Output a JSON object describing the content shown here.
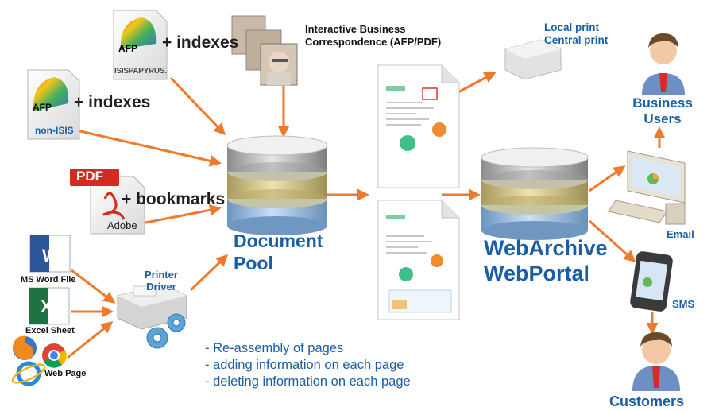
{
  "colors": {
    "arrow": "#ef7a2c",
    "title_blue": "#1a5fa6",
    "db_gold": "#d9c98b",
    "db_blue": "#9fc3e6",
    "db_gray": "#c9c9c9",
    "word_blue": "#2b579a",
    "excel_green": "#1f7244",
    "pdf_red": "#d32b1f"
  },
  "sources": {
    "afp_isis": {
      "label": "+ indexes",
      "logo_text": "AFP",
      "brand": "ISISPAPYRUS."
    },
    "afp_non_isis": {
      "label": "+ indexes",
      "logo_text": "AFP",
      "brand": "non-ISIS"
    },
    "pdf": {
      "label": "+ bookmarks",
      "badge": "PDF",
      "brand": "Adobe"
    },
    "interactive": {
      "line1": "Interactive Business",
      "line2": "Correspondence (AFP/PDF)"
    },
    "word": {
      "label": "MS Word File",
      "glyph": "W"
    },
    "excel": {
      "label": "Excel Sheet",
      "glyph": "X"
    },
    "web": {
      "label": "Web Page"
    }
  },
  "printer_driver": {
    "line1": "Printer",
    "line2": "Driver"
  },
  "document_pool": {
    "line1": "Document",
    "line2": "Pool"
  },
  "webarchive": {
    "line1": "WebArchive",
    "line2": "WebPortal"
  },
  "print": {
    "line1": "Local print",
    "line2": "Central print"
  },
  "business_users": {
    "line1": "Business",
    "line2": "Users"
  },
  "channels": {
    "email": "Email",
    "sms": "SMS"
  },
  "customers": {
    "label": "Customers"
  },
  "notes": [
    "- Re-assembly of pages",
    "- adding information on each page",
    "- deleting information on each page"
  ],
  "icons": [
    "afp-logo-icon",
    "pdf-document-icon",
    "word-icon",
    "excel-icon",
    "firefox-icon",
    "chrome-icon",
    "ie-icon",
    "printer-icon",
    "gear-icon",
    "database-icon",
    "document-page-icon",
    "person-icon",
    "computer-icon",
    "phone-icon"
  ]
}
